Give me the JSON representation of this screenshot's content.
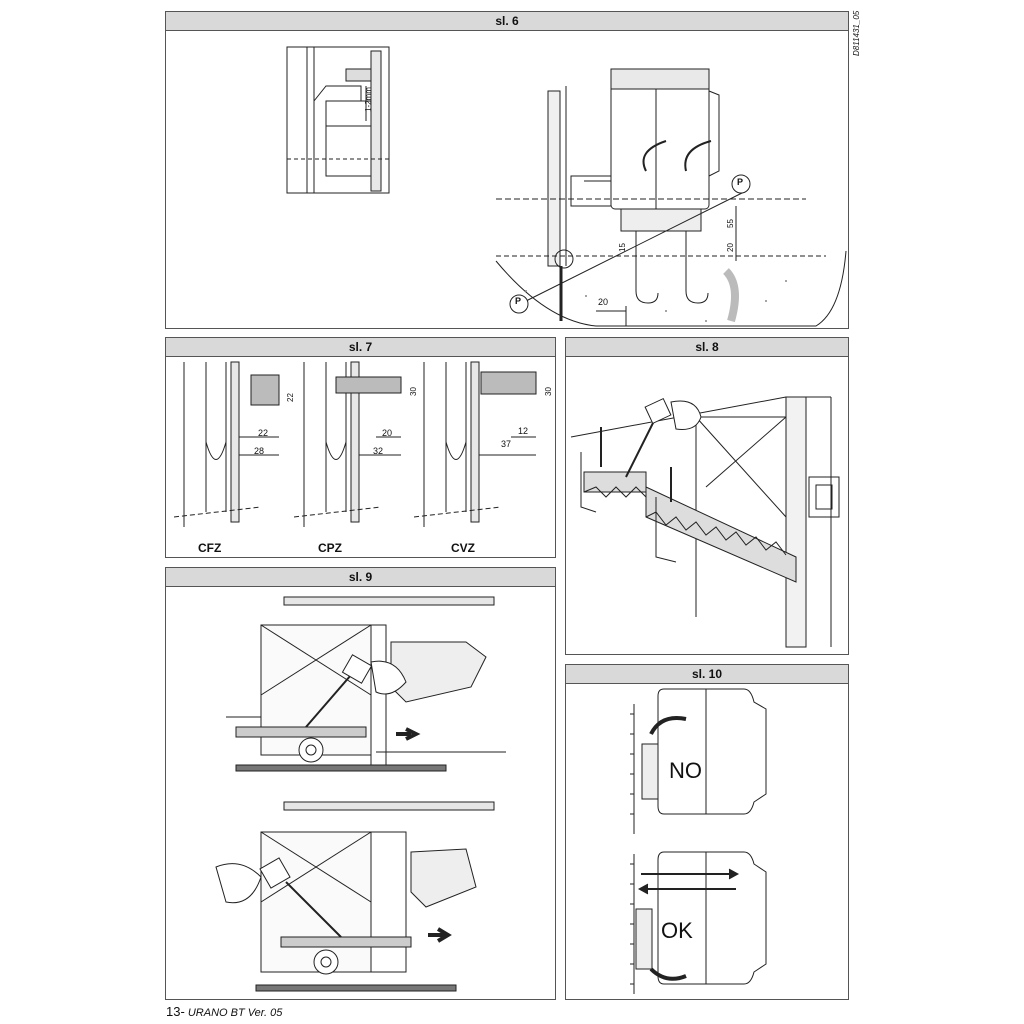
{
  "doc_code": "D811431_05",
  "footer": {
    "page_number": "13-",
    "text": "URANO BT Ver. 05"
  },
  "panels": {
    "sl6": {
      "title": "sl. 6",
      "labels": {
        "gap": "1-2mm",
        "p1": "P",
        "p2": "P",
        "d55": "55",
        "d20a": "20",
        "d15": "15",
        "d20b": "20"
      }
    },
    "sl7": {
      "title": "sl. 7",
      "cfz": {
        "name": "CFZ",
        "d22v": "22",
        "d22h": "22",
        "d28": "28"
      },
      "cpz": {
        "name": "CPZ",
        "d30": "30",
        "d20": "20",
        "d32": "32"
      },
      "cvz": {
        "name": "CVZ",
        "d30": "30",
        "d12": "12",
        "d37": "37"
      }
    },
    "sl8": {
      "title": "sl. 8"
    },
    "sl9": {
      "title": "sl. 9"
    },
    "sl10": {
      "title": "sl. 10",
      "no_label": "NO",
      "ok_label": "OK"
    }
  }
}
